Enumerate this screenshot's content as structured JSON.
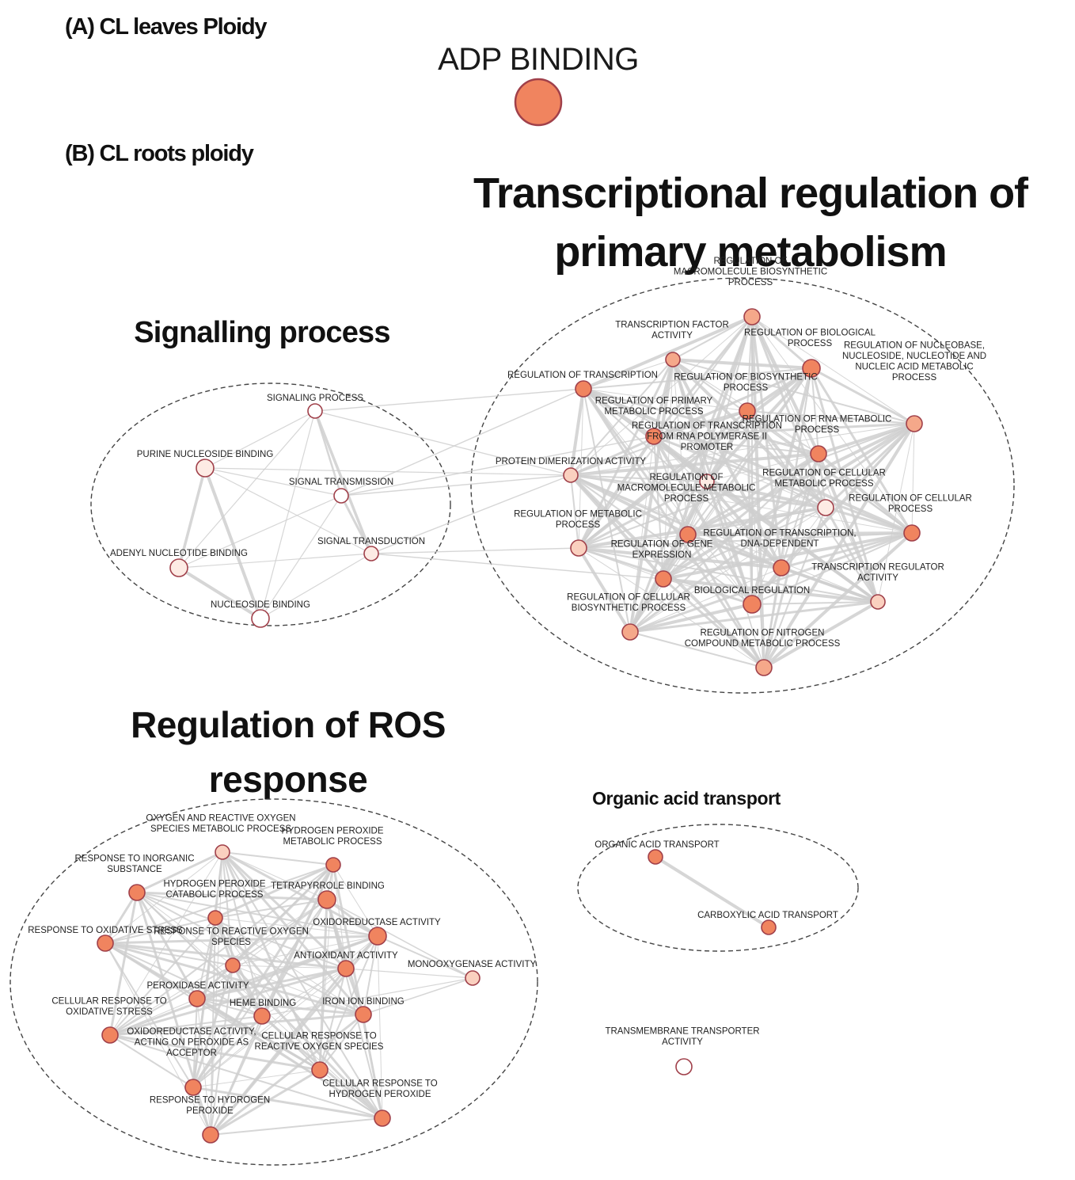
{
  "panels": {
    "a_label": "(A) CL leaves Ploidy",
    "b_label": "(B) CL roots ploidy"
  },
  "adp": {
    "title": "ADP BINDING"
  },
  "clusters": {
    "transcription": {
      "title_lines": [
        "Transcriptional regulation of",
        "primary metabolism"
      ]
    },
    "signalling": {
      "title_lines": [
        "Signalling process"
      ]
    },
    "ros": {
      "title_lines": [
        "Regulation of ROS",
        "response"
      ]
    },
    "organic_acid": {
      "title_lines": [
        "Organic acid transport"
      ]
    }
  },
  "colors": {
    "node_strong": "#f0845f",
    "node_medium": "#f5a88a",
    "node_light": "#fad0bf",
    "node_pale": "#fdebe4",
    "node_white": "#ffffff",
    "node_stroke": "#a0404a",
    "edge": "#cfcfcf"
  },
  "nodes": [
    {
      "id": "adp",
      "label_lines": [],
      "shade": "strong"
    },
    {
      "id": "signaling_process",
      "label_lines": [
        "SIGNALING PROCESS"
      ],
      "shade": "white"
    },
    {
      "id": "purine_nucleoside_binding",
      "label_lines": [
        "PURINE NUCLEOSIDE BINDING"
      ],
      "shade": "pale"
    },
    {
      "id": "signal_transmission",
      "label_lines": [
        "SIGNAL TRANSMISSION"
      ],
      "shade": "white"
    },
    {
      "id": "signal_transduction",
      "label_lines": [
        "SIGNAL TRANSDUCTION"
      ],
      "shade": "pale"
    },
    {
      "id": "adenyl_nucleotide_binding",
      "label_lines": [
        "ADENYL NUCLEOTIDE BINDING"
      ],
      "shade": "pale"
    },
    {
      "id": "nucleoside_binding",
      "label_lines": [
        "NUCLEOSIDE BINDING"
      ],
      "shade": "white"
    },
    {
      "id": "reg_macromolecule_biosynthetic",
      "label_lines": [
        "REGULATION OF",
        "MACROMOLECULE BIOSYNTHETIC",
        "PROCESS"
      ],
      "shade": "medium"
    },
    {
      "id": "transcription_factor_activity",
      "label_lines": [
        "TRANSCRIPTION FACTOR",
        "ACTIVITY"
      ],
      "shade": "medium"
    },
    {
      "id": "reg_biological_process",
      "label_lines": [
        "REGULATION OF BIOLOGICAL",
        "PROCESS"
      ],
      "shade": "strong"
    },
    {
      "id": "reg_transcription",
      "label_lines": [
        "REGULATION OF TRANSCRIPTION"
      ],
      "shade": "strong"
    },
    {
      "id": "reg_nucleobase",
      "label_lines": [
        "REGULATION OF NUCLEOBASE,",
        "NUCLEOSIDE, NUCLEOTIDE AND",
        "NUCLEIC ACID METABOLIC",
        "PROCESS"
      ],
      "shade": "medium"
    },
    {
      "id": "reg_biosynthetic",
      "label_lines": [
        "REGULATION OF BIOSYNTHETIC",
        "PROCESS"
      ],
      "shade": "strong"
    },
    {
      "id": "reg_primary_metabolic",
      "label_lines": [
        "REGULATION OF PRIMARY",
        "METABOLIC PROCESS"
      ],
      "shade": "strong"
    },
    {
      "id": "reg_rna_metabolic",
      "label_lines": [
        "REGULATION OF RNA METABOLIC",
        "PROCESS"
      ],
      "shade": "strong"
    },
    {
      "id": "protein_dimerization",
      "label_lines": [
        "PROTEIN DIMERIZATION ACTIVITY"
      ],
      "shade": "light"
    },
    {
      "id": "reg_transcription_polii",
      "label_lines": [
        "REGULATION OF TRANSCRIPTION",
        "FROM RNA POLYMERASE II",
        "PROMOTER"
      ],
      "shade": "pale"
    },
    {
      "id": "reg_cellular_metabolic",
      "label_lines": [
        "REGULATION OF CELLULAR",
        "METABOLIC PROCESS"
      ],
      "shade": "pale"
    },
    {
      "id": "reg_macromolecule_metabolic",
      "label_lines": [
        "REGULATION OF",
        "MACROMOLECULE METABOLIC",
        "PROCESS"
      ],
      "shade": "strong"
    },
    {
      "id": "reg_cellular_process",
      "label_lines": [
        "REGULATION OF CELLULAR",
        "PROCESS"
      ],
      "shade": "strong"
    },
    {
      "id": "reg_metabolic_process",
      "label_lines": [
        "REGULATION OF METABOLIC",
        "PROCESS"
      ],
      "shade": "light"
    },
    {
      "id": "reg_transcription_dna",
      "label_lines": [
        "REGULATION OF TRANSCRIPTION,",
        "DNA-DEPENDENT"
      ],
      "shade": "strong"
    },
    {
      "id": "reg_gene_expression",
      "label_lines": [
        "REGULATION OF GENE",
        "EXPRESSION"
      ],
      "shade": "strong"
    },
    {
      "id": "transcription_regulator",
      "label_lines": [
        "TRANSCRIPTION REGULATOR",
        "ACTIVITY"
      ],
      "shade": "light"
    },
    {
      "id": "biological_regulation",
      "label_lines": [
        "BIOLOGICAL REGULATION"
      ],
      "shade": "strong"
    },
    {
      "id": "reg_cellular_biosynthetic",
      "label_lines": [
        "REGULATION OF CELLULAR",
        "BIOSYNTHETIC PROCESS"
      ],
      "shade": "medium"
    },
    {
      "id": "reg_nitrogen_compound",
      "label_lines": [
        "REGULATION OF NITROGEN",
        "COMPOUND METABOLIC PROCESS"
      ],
      "shade": "medium"
    },
    {
      "id": "oxygen_ros_metabolic",
      "label_lines": [
        "OXYGEN AND REACTIVE OXYGEN",
        "SPECIES METABOLIC PROCESS"
      ],
      "shade": "light"
    },
    {
      "id": "hydrogen_peroxide_metabolic",
      "label_lines": [
        "HYDROGEN PEROXIDE",
        "METABOLIC PROCESS"
      ],
      "shade": "strong"
    },
    {
      "id": "response_inorganic",
      "label_lines": [
        "RESPONSE TO INORGANIC",
        "SUBSTANCE"
      ],
      "shade": "strong"
    },
    {
      "id": "tetrapyrrole_binding",
      "label_lines": [
        "TETRAPYRROLE BINDING"
      ],
      "shade": "strong"
    },
    {
      "id": "hydrogen_peroxide_catabolic",
      "label_lines": [
        "HYDROGEN PEROXIDE",
        "CATABOLIC PROCESS"
      ],
      "shade": "strong"
    },
    {
      "id": "oxidoreductase_activity",
      "label_lines": [
        "OXIDOREDUCTASE ACTIVITY"
      ],
      "shade": "strong"
    },
    {
      "id": "response_oxidative_stress",
      "label_lines": [
        "RESPONSE TO OXIDATIVE STRESS"
      ],
      "shade": "strong"
    },
    {
      "id": "response_ros",
      "label_lines": [
        "RESPONSE TO REACTIVE OXYGEN",
        "SPECIES"
      ],
      "shade": "strong"
    },
    {
      "id": "antioxidant_activity",
      "label_lines": [
        "ANTIOXIDANT ACTIVITY"
      ],
      "shade": "strong"
    },
    {
      "id": "monooxygenase_activity",
      "label_lines": [
        "MONOOXYGENASE ACTIVITY"
      ],
      "shade": "light"
    },
    {
      "id": "peroxidase_activity",
      "label_lines": [
        "PEROXIDASE ACTIVITY"
      ],
      "shade": "strong"
    },
    {
      "id": "heme_binding",
      "label_lines": [
        "HEME BINDING"
      ],
      "shade": "strong"
    },
    {
      "id": "iron_ion_binding",
      "label_lines": [
        "IRON ION BINDING"
      ],
      "shade": "strong"
    },
    {
      "id": "cellular_response_oxidative",
      "label_lines": [
        "CELLULAR RESPONSE TO",
        "OXIDATIVE STRESS"
      ],
      "shade": "strong"
    },
    {
      "id": "oxidoreductase_peroxide",
      "label_lines": [
        "OXIDOREDUCTASE ACTIVITY,",
        "ACTING ON PEROXIDE AS",
        "ACCEPTOR"
      ],
      "shade": "strong"
    },
    {
      "id": "cellular_response_ros",
      "label_lines": [
        "CELLULAR RESPONSE TO",
        "REACTIVE OXYGEN SPECIES"
      ],
      "shade": "strong"
    },
    {
      "id": "response_hydrogen_peroxide",
      "label_lines": [
        "RESPONSE TO HYDROGEN",
        "PEROXIDE"
      ],
      "shade": "strong"
    },
    {
      "id": "cellular_response_h2o2",
      "label_lines": [
        "CELLULAR RESPONSE TO",
        "HYDROGEN PEROXIDE"
      ],
      "shade": "strong"
    },
    {
      "id": "organic_acid_transport",
      "label_lines": [
        "ORGANIC ACID TRANSPORT"
      ],
      "shade": "strong"
    },
    {
      "id": "carboxylic_acid_transport",
      "label_lines": [
        "CARBOXYLIC ACID TRANSPORT"
      ],
      "shade": "strong"
    },
    {
      "id": "transmembrane_transporter",
      "label_lines": [
        "TRANSMEMBRANE TRANSPORTER",
        "ACTIVITY"
      ],
      "shade": "white"
    }
  ]
}
